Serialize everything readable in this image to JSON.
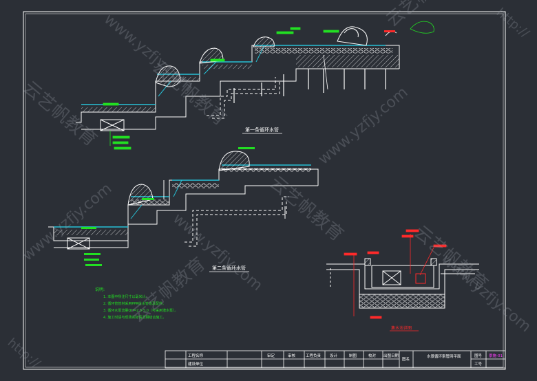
{
  "watermark": {
    "text_cn": "云艺帆教育",
    "text_url": "www.yzfjy.com",
    "text_http": "http://"
  },
  "drawing": {
    "section1_title": "第一条循环水管",
    "section2_title": "第二条循环水管",
    "detail_label": "集水池详图",
    "notes_title": "说明:",
    "notes": [
      "1. 本图中所注尺寸以毫米计。",
      "2. 循环管管材采用PPR给水管道及配件。",
      "3. 循环水泵流量QH=2.5-5.0（可采用潜水泵）。",
      "4. 施工时请与现场实际情况相结合施工。"
    ]
  },
  "title_block": {
    "project_name_label": "工程名称",
    "client_label": "建设单位",
    "roles": [
      "审定",
      "审核",
      "工程负责",
      "设计",
      "制图",
      "校对",
      "出图日期"
    ],
    "drawing_name_label": "图名",
    "drawing_name": "水景循环泵管网平面",
    "drawing_no_label": "图号",
    "job_no_label": "工号",
    "drawing_no": "景施-01"
  },
  "colors": {
    "background": "#2b2f36",
    "line": "#ffffff",
    "water": "#27c1d6",
    "tag": "#22e022",
    "pipe_red": "#ff2a2a",
    "magenta": "#ff40ff",
    "title_yellow": "#ffe44a"
  }
}
